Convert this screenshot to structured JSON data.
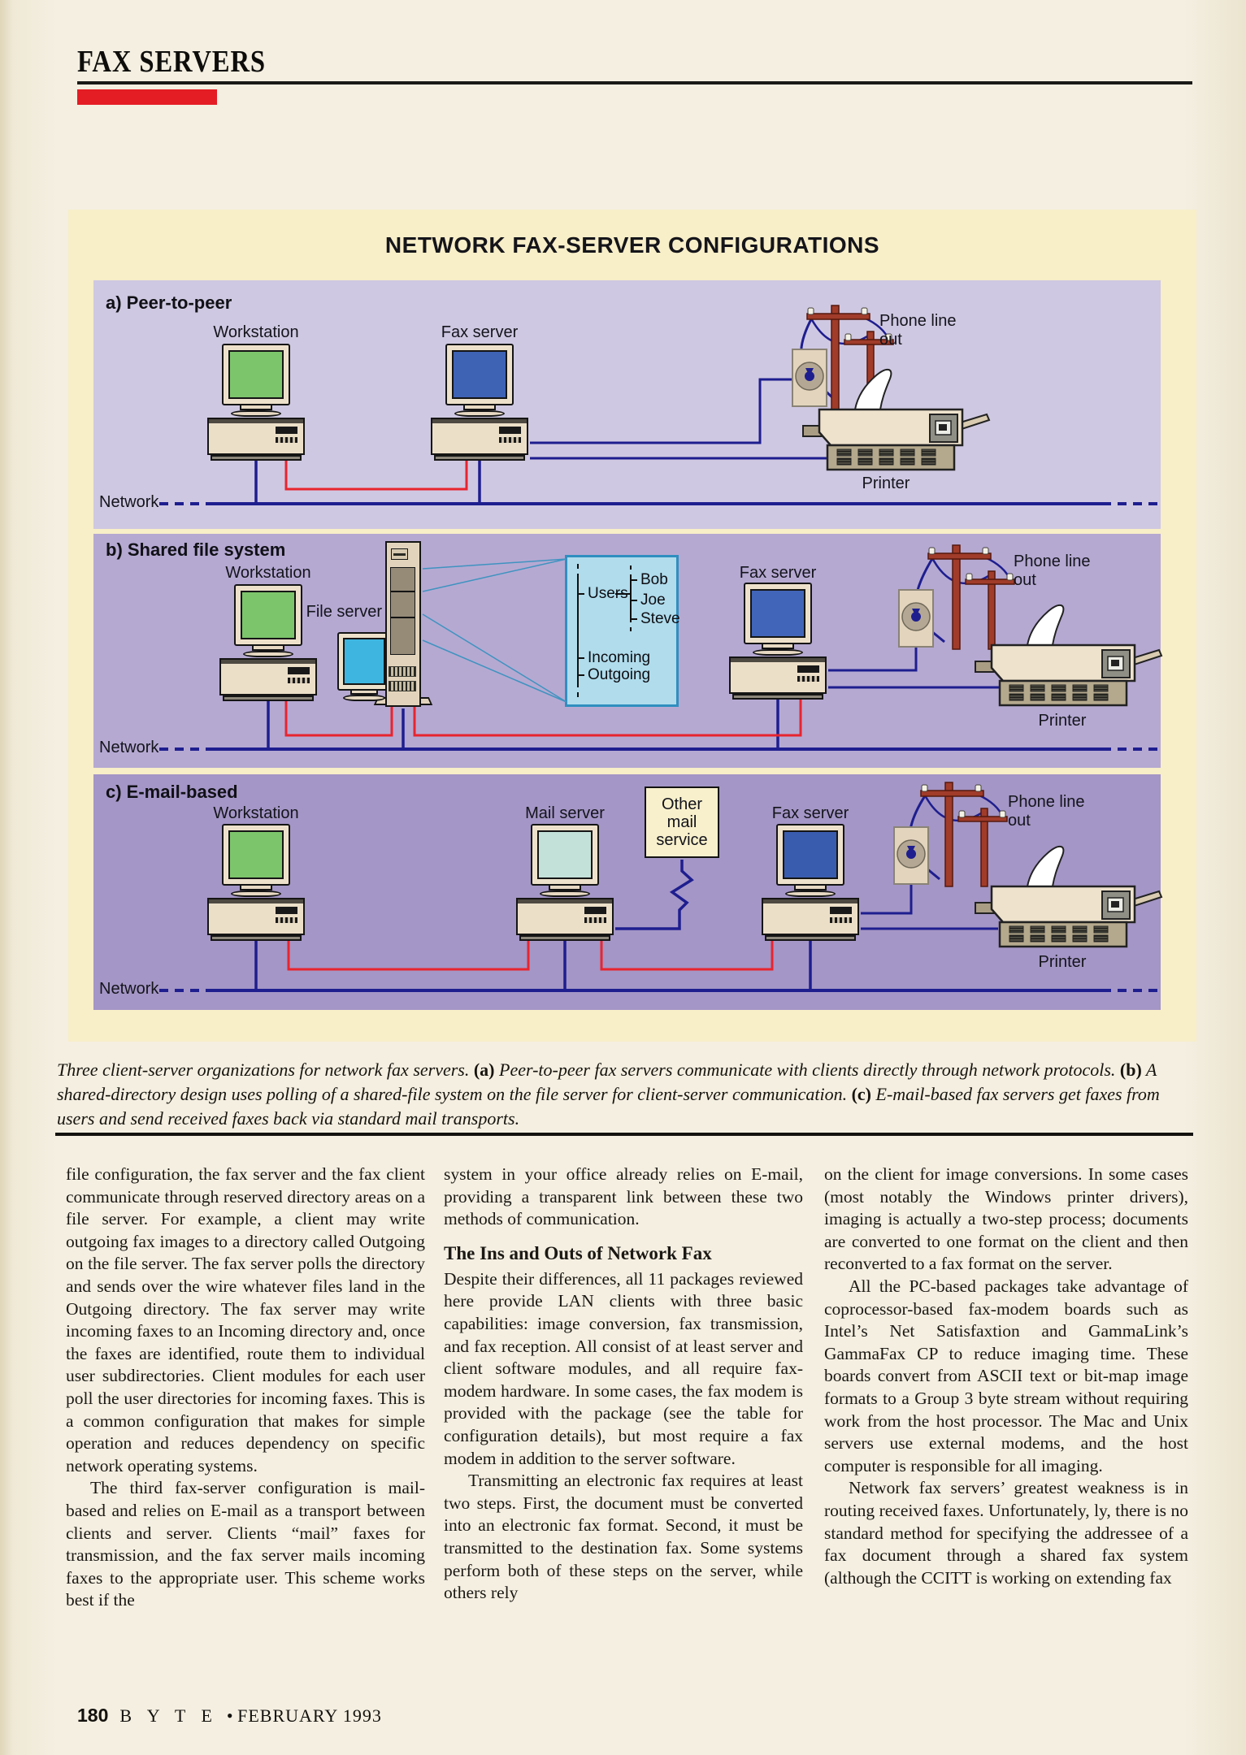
{
  "header": {
    "kicker": "FAX SERVERS"
  },
  "diagram": {
    "title": "NETWORK FAX-SERVER CONFIGURATIONS",
    "colors": {
      "box_bg": "#f8eec8",
      "panel_a_bg": "#cfc8e2",
      "panel_b_bg": "#b5a9d2",
      "panel_c_bg": "#a496c6",
      "network_blue": "#1e1e8f",
      "link_red": "#e8242e",
      "workstation_screen": "#7cc56b",
      "fax_server_screen": "#3e62b4",
      "file_server_screen": "#3eb5e0",
      "mail_server_screen": "#c3e1d9",
      "callout_bg": "#b0dcec",
      "callout_border": "#2f8fc0",
      "pole_brown": "#a13c2a",
      "red_bar": "#e41d25"
    },
    "panels": [
      {
        "label": "a) Peer-to-peer",
        "workstation_label": "Workstation",
        "fax_server_label": "Fax server",
        "phone_label": "Phone line out",
        "printer_label": "Printer",
        "network_label": "Network"
      },
      {
        "label": "b) Shared file system",
        "workstation_label": "Workstation",
        "file_server_label": "File server",
        "fax_server_label": "Fax server",
        "phone_label": "Phone line out",
        "printer_label": "Printer",
        "network_label": "Network",
        "callout": {
          "users_label": "Users",
          "users": [
            "Bob",
            "Joe",
            "Steve"
          ],
          "dirs": [
            "Incoming",
            "Outgoing"
          ]
        }
      },
      {
        "label": "c) E-mail-based",
        "workstation_label": "Workstation",
        "mail_server_label": "Mail server",
        "other_mail_label": "Other mail service",
        "fax_server_label": "Fax server",
        "phone_label": "Phone line out",
        "printer_label": "Printer",
        "network_label": "Network"
      }
    ]
  },
  "caption": {
    "intro": "Three client-server organizations for network fax servers. ",
    "a": "(a)",
    "a_text": " Peer-to-peer fax servers communicate with clients directly through network protocols. ",
    "b": "(b)",
    "b_text": " A shared-directory design uses polling of a shared-file system on the file server for client-server communication. ",
    "c": "(c)",
    "c_text": " E-mail-based fax servers get faxes from users and send received faxes back via standard mail transports."
  },
  "article": {
    "col1": {
      "p1": "file configuration, the fax server and the fax client communicate through reserved directory areas on a file server. For example, a client may write outgoing fax images to a directory called Outgoing on the file server. The fax server polls the directory and sends over the wire whatever files land in the Outgoing directory. The fax server may write incoming faxes to an Incoming directory and, once the faxes are identified, route them to individual user subdirectories. Client modules for each user poll the user directories for incoming faxes. This is a common configuration that makes for simple operation and reduces dependency on specific network operating systems.",
      "p2": "The third fax-server configuration is mail-based and relies on E-mail as a transport between clients and server. Clients “mail” faxes for transmission, and the fax server mails incoming faxes to the appropriate user. This scheme works best if the"
    },
    "col2": {
      "p1": "system in your office already relies on E-mail, providing a transparent link between these two methods of communication.",
      "heading": "The Ins and Outs of Network Fax",
      "p2": "Despite their differences, all 11 packages reviewed here provide LAN clients with three basic capabilities: image conversion, fax transmission, and fax reception. All consist of at least server and client software modules, and all require fax-modem hardware. In some cases, the fax modem is provided with the package (see the table for configuration details), but most require a fax modem in addition to the server software.",
      "p3": "Transmitting an electronic fax requires at least two steps. First, the document must be converted into an electronic fax format. Second, it must be transmitted to the destination fax. Some systems perform both of these steps on the server, while others rely"
    },
    "col3": {
      "p1": "on the client for image conversions. In some cases (most notably the Windows printer drivers), imaging is actually a two-step process; documents are converted to one format on the client and then reconverted to a fax format on the server.",
      "p2": "All the PC-based packages take advantage of coprocessor-based fax-modem boards such as Intel’s Net Satisfaxtion and GammaLink’s GammaFax CP to reduce imaging time. These boards convert from ASCII text or bit-map image formats to a Group 3 byte stream without requiring work from the host processor. The Mac and Unix servers use external modems, and the host computer is responsible for all imaging.",
      "p3": "Network fax servers’ greatest weakness is in routing received faxes. Unfortunately, ly, there is no standard method for specifying the addressee of a fax document through a shared fax system (although the CCITT is working on extending fax"
    }
  },
  "footer": {
    "page_number": "180",
    "magazine": "B Y T E",
    "separator": "•",
    "issue": "FEBRUARY 1993"
  }
}
